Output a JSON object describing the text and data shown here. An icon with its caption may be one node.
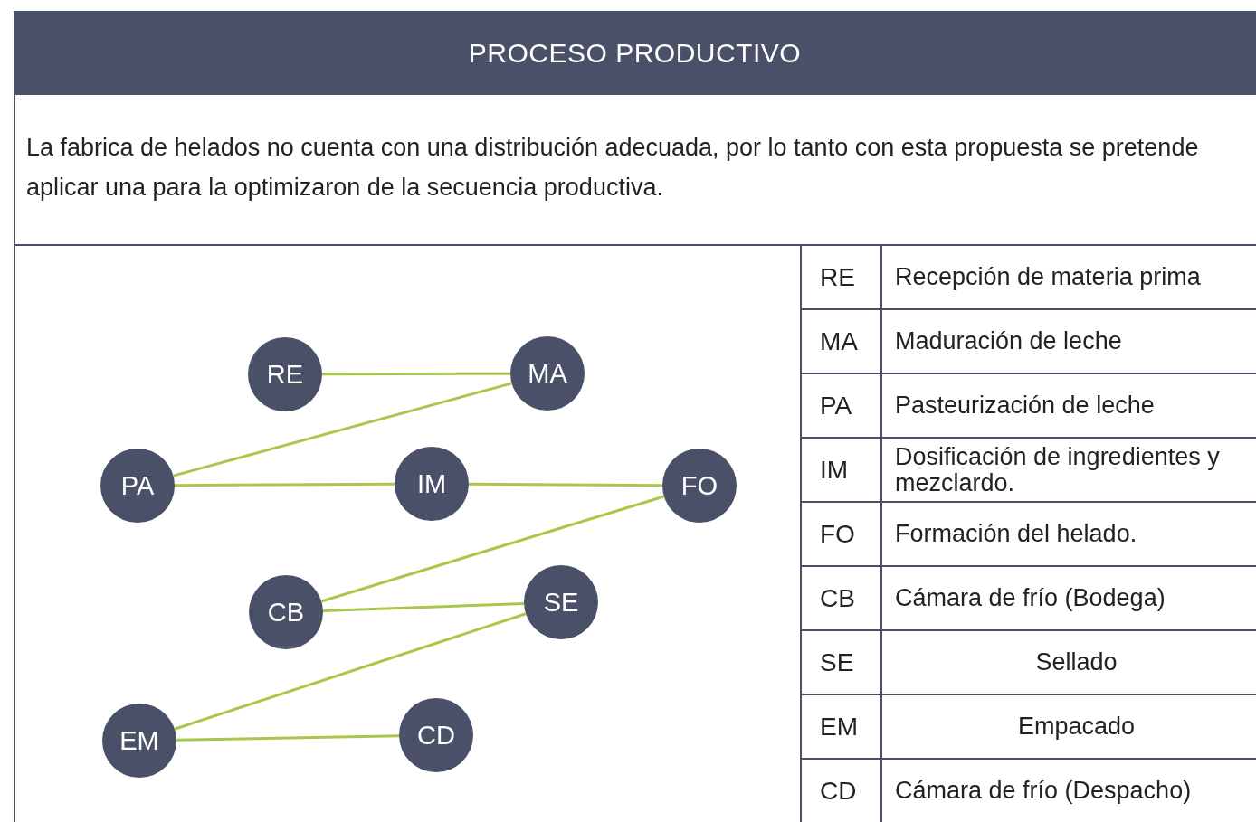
{
  "diagram": {
    "title": "PROCESO PRODUCTIVO",
    "nodes": [
      {
        "text": [
          "RE"
        ]
      },
      {
        "text": [
          "MA"
        ]
      },
      {
        "text": [
          "PA"
        ]
      },
      {
        "text": [
          "IM"
        ]
      },
      {
        "text": [
          "FO"
        ]
      },
      {
        "text": [
          "CB"
        ]
      },
      {
        "text": [
          "SE"
        ]
      },
      {
        "text": [
          "EM"
        ]
      },
      {
        "text": [
          "CD"
        ]
      }
    ],
    "edges": [
      {
        "from": 0,
        "to": 1,
        "arrow": "none"
      },
      {
        "from": 1,
        "to": 2,
        "arrow": "none"
      },
      {
        "from": 2,
        "to": 3,
        "arrow": "none"
      },
      {
        "from": 3,
        "to": 4,
        "arrow": "none"
      },
      {
        "from": 4,
        "to": 5,
        "arrow": "none"
      },
      {
        "from": 5,
        "to": 6,
        "arrow": "none"
      },
      {
        "from": 6,
        "to": 7,
        "arrow": "none"
      },
      {
        "from": 7,
        "to": 8,
        "arrow": "none"
      }
    ],
    "labels": [
      "La fabrica de helados no cuenta con una distribución adecuada, por lo tanto con esta propuesta se pretende aplicar una para la optimizaron de la secuencia productiva.",
      "RE",
      "Recepción de materia prima",
      "MA",
      "Maduración de leche",
      "PA",
      "Pasteurización de leche",
      "IM",
      "Dosificación de ingredientes y mezclardo.",
      "FO",
      "Formación del helado.",
      "CB",
      "Cámara de frío (Bodega)",
      "SE",
      "Sellado",
      "EM",
      "Empacado",
      "CD",
      "Cámara de frío (Despacho)"
    ]
  }
}
